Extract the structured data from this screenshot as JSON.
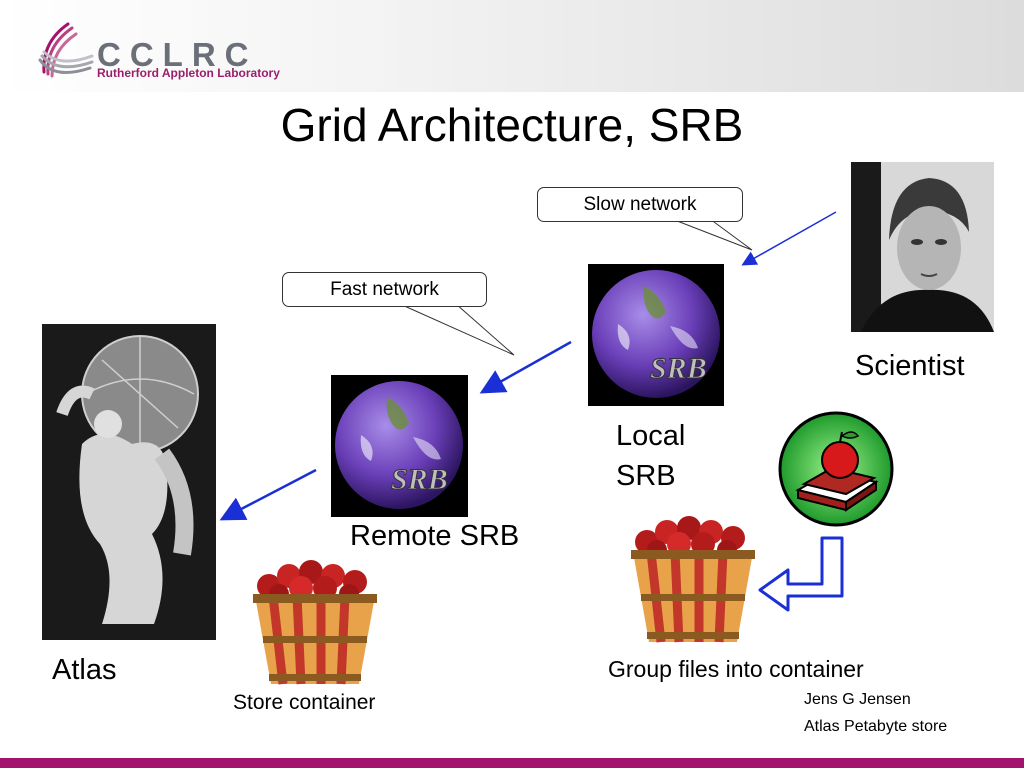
{
  "header": {
    "org_name": "CCLRC",
    "lab_name": "Rutherford Appleton Laboratory"
  },
  "slide": {
    "title": "Grid Architecture, SRB"
  },
  "callouts": {
    "slow": "Slow network",
    "fast": "Fast network"
  },
  "labels": {
    "scientist": "Scientist",
    "local_srb_line1": "Local",
    "local_srb_line2": "SRB",
    "remote_srb": "Remote SRB",
    "atlas": "Atlas",
    "store_container": "Store container",
    "group_files": "Group files into container"
  },
  "globe_logo": "SRB",
  "footer": {
    "author": "Jens G Jensen",
    "subtitle": "Atlas Petabyte store"
  },
  "colors": {
    "accent": "#a3136d",
    "arrow": "#1a2fd6",
    "globe": "#6a3fb8"
  }
}
